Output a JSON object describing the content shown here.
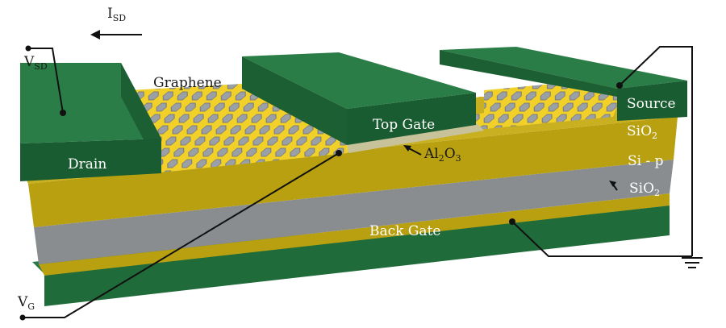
{
  "diagram": {
    "labels": {
      "isd_main": "I",
      "isd_sub": "SD",
      "vsd_main": "V",
      "vsd_sub": "SD",
      "vg_main": "V",
      "vg_sub": "G",
      "graphene": "Graphene",
      "drain": "Drain",
      "top_gate": "Top Gate",
      "source": "Source",
      "sio2_top_main": "SiO",
      "sio2_top_sub": "2",
      "al2o3_a": "Al",
      "al2o3_a_sub": "2",
      "al2o3_b": "O",
      "al2o3_b_sub": "3",
      "si_p": "Si - p",
      "sio2_bottom_main": "SiO",
      "sio2_bottom_sub": "2",
      "back_gate": "Back Gate"
    },
    "colors": {
      "electrode": "#1f6b3a",
      "electrode_dark": "#15502a",
      "electrode_edge": "#3c8a5a",
      "oxide": "#b8a010",
      "oxide_dark": "#8f7c0a",
      "silicon": "#8a8d8f",
      "silicon_dark": "#6c6f71",
      "graphene": "#f2d02a",
      "hex": "#9aa0a6",
      "wire": "#111111"
    }
  }
}
